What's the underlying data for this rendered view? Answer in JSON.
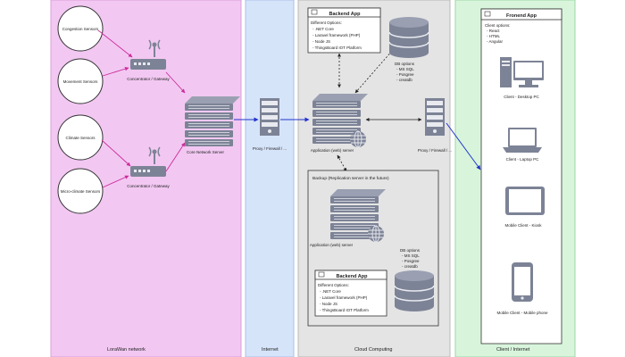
{
  "zones": {
    "lorawan": "LoraWan network",
    "internet": "Internet",
    "cloud": "Cloud Computing",
    "client": "Client / Internet"
  },
  "sensors": [
    "Congestion Sensors",
    "Movement Sensors",
    "Climate Sensors",
    "Micro-climate Sensors"
  ],
  "gateways": [
    "Concentrator / Gateway",
    "Concentrator / Gateway"
  ],
  "core_server": "Core Network Server",
  "proxy_left": "Proxy / Firewall / ...",
  "proxy_right": "Proxy / Firewall / ...",
  "app_server": "Application (web) server",
  "backend_top": {
    "title": "Backend App",
    "heading": "Different Options:",
    "items": [
      "- .NET Core",
      "- Laravel framework (PHP)",
      "- Node JS",
      "- ThingsBoard IOT Platform"
    ]
  },
  "db_top": {
    "heading": "DB options",
    "items": [
      "- MS SQL",
      "- Posgree",
      "- creatdb"
    ]
  },
  "backup": {
    "title": "Backup (Replication server in the future)",
    "app_server": "Application (web) server",
    "db_heading": "DB options",
    "db_items": [
      "- MS SQL",
      "- Posgree",
      "- creatdb"
    ],
    "backend": {
      "title": "Backend App",
      "heading": "Different Options:",
      "items": [
        "- .NET Core",
        "- Laravel framework (PHP)",
        "- Node JS",
        "- ThingsBoard IOT Platform"
      ]
    }
  },
  "frontend": {
    "title": "Fronend App",
    "heading": "Client options:",
    "items": [
      "- React",
      "- HTML",
      "- Angular"
    ]
  },
  "clients": [
    "Client - Desktop PC",
    "Client - Laptop PC",
    "Mobile Client - Kiosk",
    "Mobile Client - Mobile phone"
  ],
  "colors": {
    "lorawan_bg": "#f2c8f2",
    "internet_bg": "#d6e4fa",
    "cloud_bg": "#e4e4e4",
    "client_bg": "#d8f5dc",
    "magenta_arrow": "#cc2c9a",
    "blue_arrow": "#2233cc",
    "icon_gray": "#7d8396"
  }
}
